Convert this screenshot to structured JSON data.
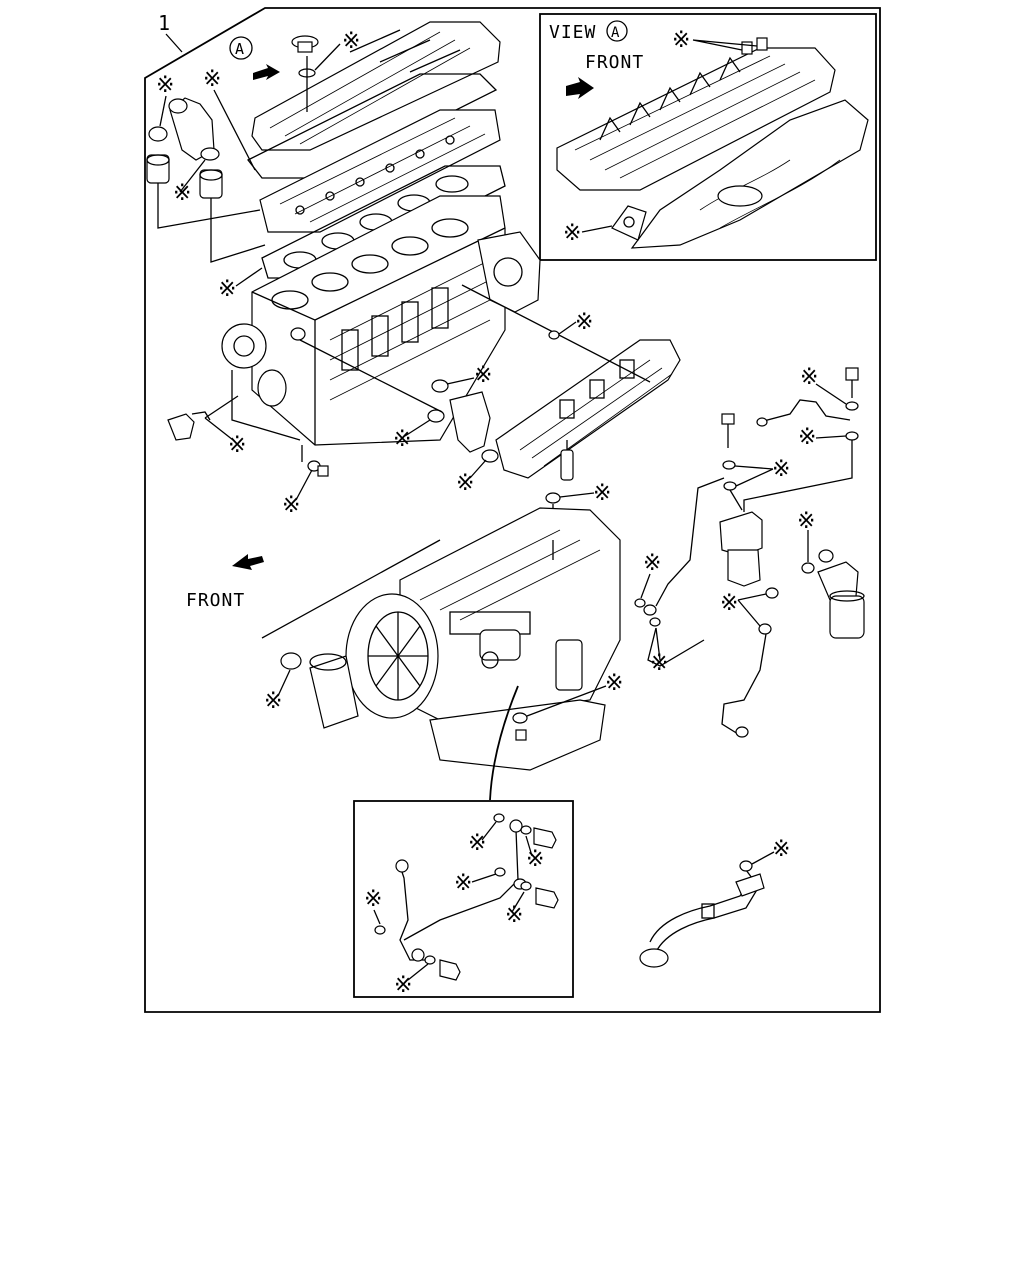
{
  "diagram": {
    "item_number": "1",
    "view_marker": "A",
    "view_title": "VIEW",
    "front_label_inset": "FRONT",
    "front_label_main": "FRONT",
    "asterisk": "※"
  }
}
